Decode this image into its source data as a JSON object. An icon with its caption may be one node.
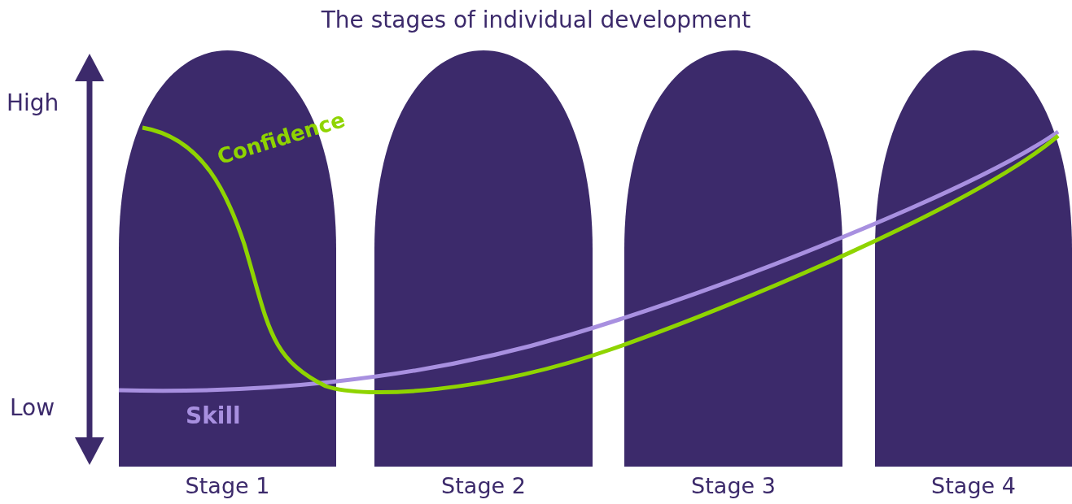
{
  "diagram": {
    "title": "The stages of individual development",
    "nodes": [
      {
        "text": [
          "Stage 1"
        ]
      },
      {
        "text": [
          "Stage 2"
        ]
      },
      {
        "text": [
          "Stage 3"
        ]
      },
      {
        "text": [
          "Stage 4"
        ]
      }
    ],
    "labels": [
      "High",
      "Low",
      "Confidence",
      "Skill"
    ]
  }
}
